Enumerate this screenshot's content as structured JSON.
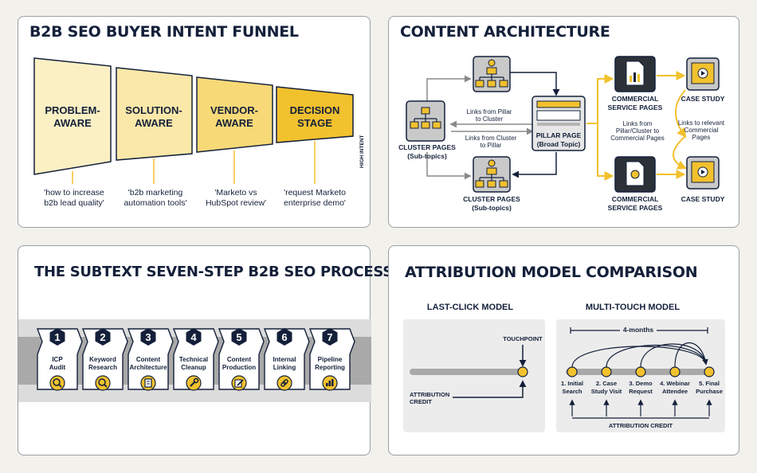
{
  "colors": {
    "navy": "#14203a",
    "gold": "#f2c12e",
    "gold_light": "#fbf0c4",
    "gray": "#d6d6d6",
    "panel_bg": "#ffffff"
  },
  "funnel": {
    "title": "B2B SEO BUYER INTENT FUNNEL",
    "high_intent_label": "HIGH INTENT",
    "stages": [
      {
        "line1": "PROBLEM-",
        "line2": "AWARE",
        "query_line1": "'how to increase",
        "query_line2": "b2b lead quality'"
      },
      {
        "line1": "SOLUTION-",
        "line2": "AWARE",
        "query_line1": "'b2b marketing",
        "query_line2": "automation tools'"
      },
      {
        "line1": "VENDOR-",
        "line2": "AWARE",
        "query_line1": "'Marketo vs",
        "query_line2": "HubSpot review'"
      },
      {
        "line1": "DECISION",
        "line2": "STAGE",
        "query_line1": "'request Marketo",
        "query_line2": "enterprise demo'"
      }
    ]
  },
  "architecture": {
    "title": "CONTENT ARCHITECTURE",
    "cluster_left_line1": "CLUSTER PAGES",
    "cluster_left_line2": "(Sub-topics)",
    "cluster_bottom_line1": "CLUSTER PAGES",
    "cluster_bottom_line2": "(Sub-topics)",
    "pillar_line1": "PILLAR PAGE",
    "pillar_line2": "(Broad Topic)",
    "link_p2c_line1": "Links from Pillar",
    "link_p2c_line2": "to Cluster",
    "link_c2p_line1": "Links from Cluster",
    "link_c2p_line2": "to Pillar",
    "commercial_top_line1": "COMMERCIAL",
    "commercial_top_line2": "SERVICE PAGES",
    "commercial_bottom_line1": "COMMERCIAL",
    "commercial_bottom_line2": "SERVICE PAGES",
    "link_pc_line1": "Links from",
    "link_pc_line2": "Pillar/Cluster to",
    "link_pc_line3": "Commercial Pages",
    "link_rel_line1": "Links to relevant",
    "link_rel_line2": "Commercial",
    "link_rel_line3": "Pages",
    "case_study_top": "CASE STUDY",
    "case_study_bottom": "CASE STUDY"
  },
  "process": {
    "title": "THE SUBTEXT SEVEN-STEP B2B SEO PROCESS",
    "steps": [
      {
        "num": "1",
        "line1": "ICP",
        "line2": "Audit",
        "icon": "audit-magnifier-icon"
      },
      {
        "num": "2",
        "line1": "Keyword",
        "line2": "Research",
        "icon": "search-icon"
      },
      {
        "num": "3",
        "line1": "Content",
        "line2": "Architecture",
        "icon": "document-icon"
      },
      {
        "num": "4",
        "line1": "Technical",
        "line2": "Cleanup",
        "icon": "wrench-icon"
      },
      {
        "num": "5",
        "line1": "Content",
        "line2": "Production",
        "icon": "pencil-icon"
      },
      {
        "num": "6",
        "line1": "Internal",
        "line2": "Linking",
        "icon": "link-icon"
      },
      {
        "num": "7",
        "line1": "Pipeline",
        "line2": "Reporting",
        "icon": "bar-chart-icon"
      }
    ]
  },
  "attribution": {
    "title": "ATTRIBUTION MODEL COMPARISON",
    "last_click_title": "LAST-CLICK MODEL",
    "touchpoint_label": "TOUCHPOINT",
    "credit_line1": "ATTRIBUTION",
    "credit_line2": "CREDIT",
    "multi_touch_title": "MULTI-TOUCH MODEL",
    "duration_label": "4-months",
    "touches": [
      {
        "line1": "1. Initial",
        "line2": "Search"
      },
      {
        "line1": "2. Case",
        "line2": "Study Visit"
      },
      {
        "line1": "3. Demo",
        "line2": "Request"
      },
      {
        "line1": "4. Webinar",
        "line2": "Attendee"
      },
      {
        "line1": "5. Final",
        "line2": "Purchase"
      }
    ],
    "multi_credit_label": "ATTRIBUTION CREDIT"
  }
}
